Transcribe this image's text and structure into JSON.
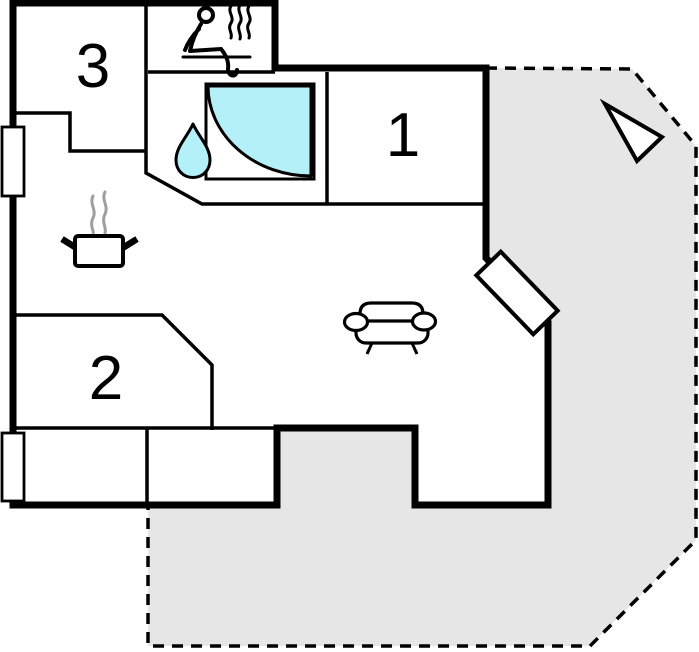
{
  "floorplan": {
    "room_labels": {
      "room1": "1",
      "room2": "2",
      "room3": "3"
    },
    "colors": {
      "wall": "#000000",
      "water_feature": "#b3f0f8",
      "terrace": "#e6e6e6",
      "steam": "#9e9e9e",
      "background": "#ffffff"
    },
    "icons": {
      "sauna": "sauna-icon",
      "shower": "shower-icon",
      "water_drop": "water-drop-icon",
      "cooking_pot": "cooking-pot-icon",
      "steam_lines": "steam-icon",
      "sofa": "sofa-icon",
      "north_arrow": "north-arrow-icon",
      "terrace_door": "door-icon",
      "window": "window-icon"
    }
  }
}
